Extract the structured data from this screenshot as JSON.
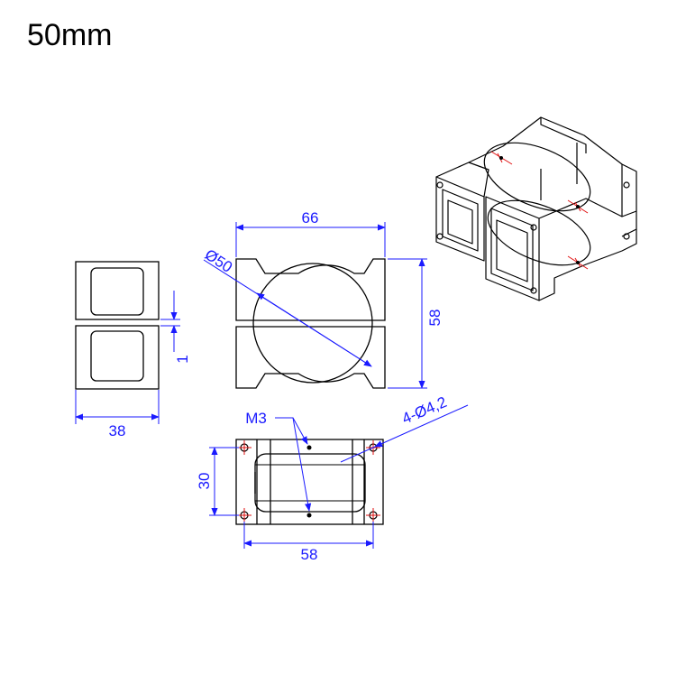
{
  "title": "50mm",
  "colors": {
    "line": "#000000",
    "dimension": "#1a1aff",
    "center": "#e01010"
  },
  "front_view": {
    "width_label": "66",
    "height_label": "58",
    "diameter_label": "Ø50"
  },
  "side_view": {
    "width_label": "38",
    "gap_label": "1"
  },
  "bottom_view": {
    "hole_spacing_x_label": "58",
    "hole_spacing_y_label": "30",
    "thread_label": "M3",
    "hole_label": "4-Ø4,2"
  }
}
